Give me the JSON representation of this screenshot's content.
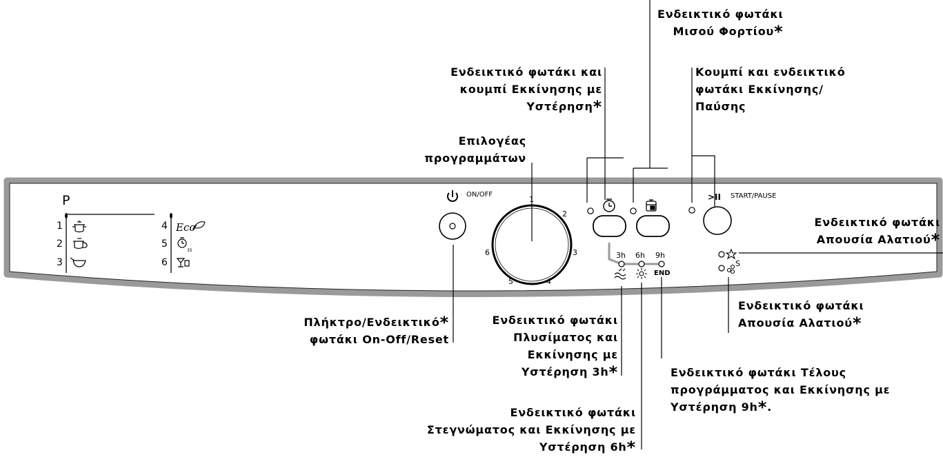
{
  "panel": {
    "program_header": "P",
    "programs": [
      {
        "num": "1",
        "icon": "pot-icon"
      },
      {
        "num": "2",
        "icon": "casserole-icon"
      },
      {
        "num": "3",
        "icon": "bowl-icon"
      },
      {
        "num": "4",
        "icon": "eco-leaf-icon",
        "text": "Eco"
      },
      {
        "num": "5",
        "icon": "timer-35-icon",
        "sub": "35"
      },
      {
        "num": "6",
        "icon": "glass-cup-icon"
      }
    ],
    "onoff_label": "ON/OFF",
    "dial_numbers": [
      "1",
      "2",
      "3",
      "4",
      "5",
      "6"
    ],
    "delay_hours": [
      "3h",
      "6h",
      "9h"
    ],
    "end_label": "END",
    "start_label": "START/PAUSE",
    "start_symbol": ">II",
    "salt_s": "S"
  },
  "labels": {
    "half_load": [
      "Ενδεικτικό φωτάκι",
      "Μισού Φορτίου"
    ],
    "delay_button": [
      "Ενδεικτικό φωτάκι και",
      "κουμπί Εκκίνησης με",
      "Υστέρηση"
    ],
    "start_pause": [
      "Κουμπί και ενδεικτικό",
      "φωτάκι Εκκίνησης/",
      "Παύσης"
    ],
    "program_selector": [
      "Επιλογέας",
      "προγραμμάτων"
    ],
    "salt_1": [
      "Ενδεικτικό φωτάκι",
      "Απουσία Αλατιού"
    ],
    "salt_2": [
      "Ενδεικτικό φωτάκι",
      "Απουσία Αλατιού"
    ],
    "onoff": [
      "Πλήκτρο/Ενδεικτικό",
      "φωτάκι On-Off/Reset"
    ],
    "wash": [
      "Ενδεικτικό φωτάκι",
      "Πλυσίματος και",
      "Εκκίνησης με",
      "Υστέρηση 3h"
    ],
    "end": [
      "Ενδεικτικό φωτάκι Τέλους",
      "προγράμματος και Εκκίνησης με",
      "Υστέρηση 9h"
    ],
    "end_suffix": ".",
    "dry": [
      "Ενδεικτικό φωτάκι",
      "Στεγνώματος και Εκκίνησης με",
      "Υστέρηση 6h"
    ],
    "asterisk": "*"
  }
}
